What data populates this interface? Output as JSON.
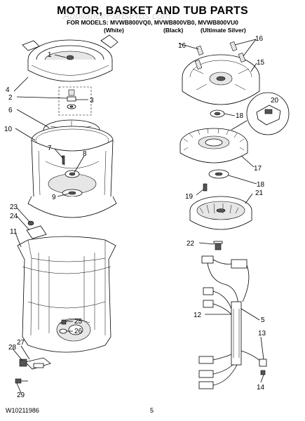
{
  "header": {
    "title": "MOTOR, BASKET AND TUB PARTS",
    "models": "FOR MODELS: MVWB800VQ0, MVWB800VB0, MVWB800VU0",
    "color_white": "(White)",
    "color_black": "(Black)",
    "color_silver": "(Ultimate Silver)"
  },
  "watermark": "AppliancePartsPros.com",
  "callouts": {
    "c1": "1",
    "c2": "2",
    "c3": "3",
    "c4": "4",
    "c5": "5",
    "c6": "6",
    "c7": "7",
    "c8": "8",
    "c9": "9",
    "c10": "10",
    "c11": "11",
    "c12": "12",
    "c13": "13",
    "c14": "14",
    "c15": "15",
    "c16a": "16",
    "c16b": "16",
    "c17": "17",
    "c18a": "18",
    "c18b": "18",
    "c19": "19",
    "c20": "20",
    "c21": "21",
    "c22": "22",
    "c23": "23",
    "c24": "24",
    "c25": "25",
    "c26": "26",
    "c27": "27",
    "c28": "28",
    "c29": "29"
  },
  "footer": {
    "doc_number": "W10211986",
    "page_number": "5"
  }
}
